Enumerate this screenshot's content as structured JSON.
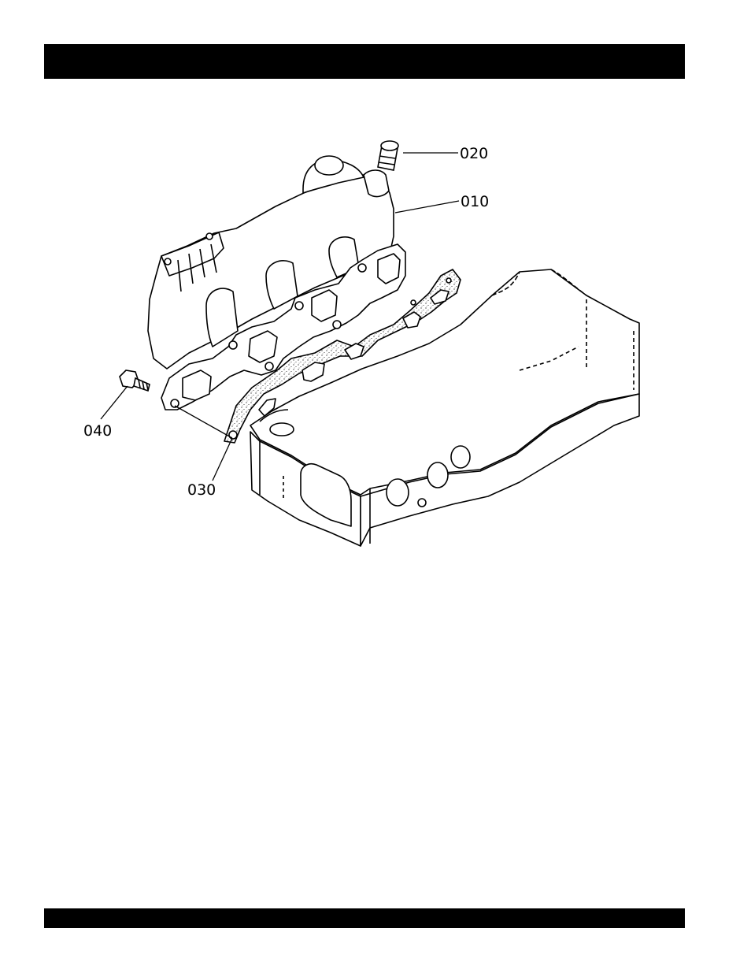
{
  "callouts": [
    {
      "id": "c010",
      "label": "010"
    },
    {
      "id": "c020",
      "label": "020"
    },
    {
      "id": "c030",
      "label": "030"
    },
    {
      "id": "c040",
      "label": "040"
    }
  ],
  "parts": {
    "manifold": "exhaust-manifold",
    "plug": "plug",
    "gasket": "manifold-gasket",
    "bolt": "bolt",
    "head": "cylinder-head"
  }
}
